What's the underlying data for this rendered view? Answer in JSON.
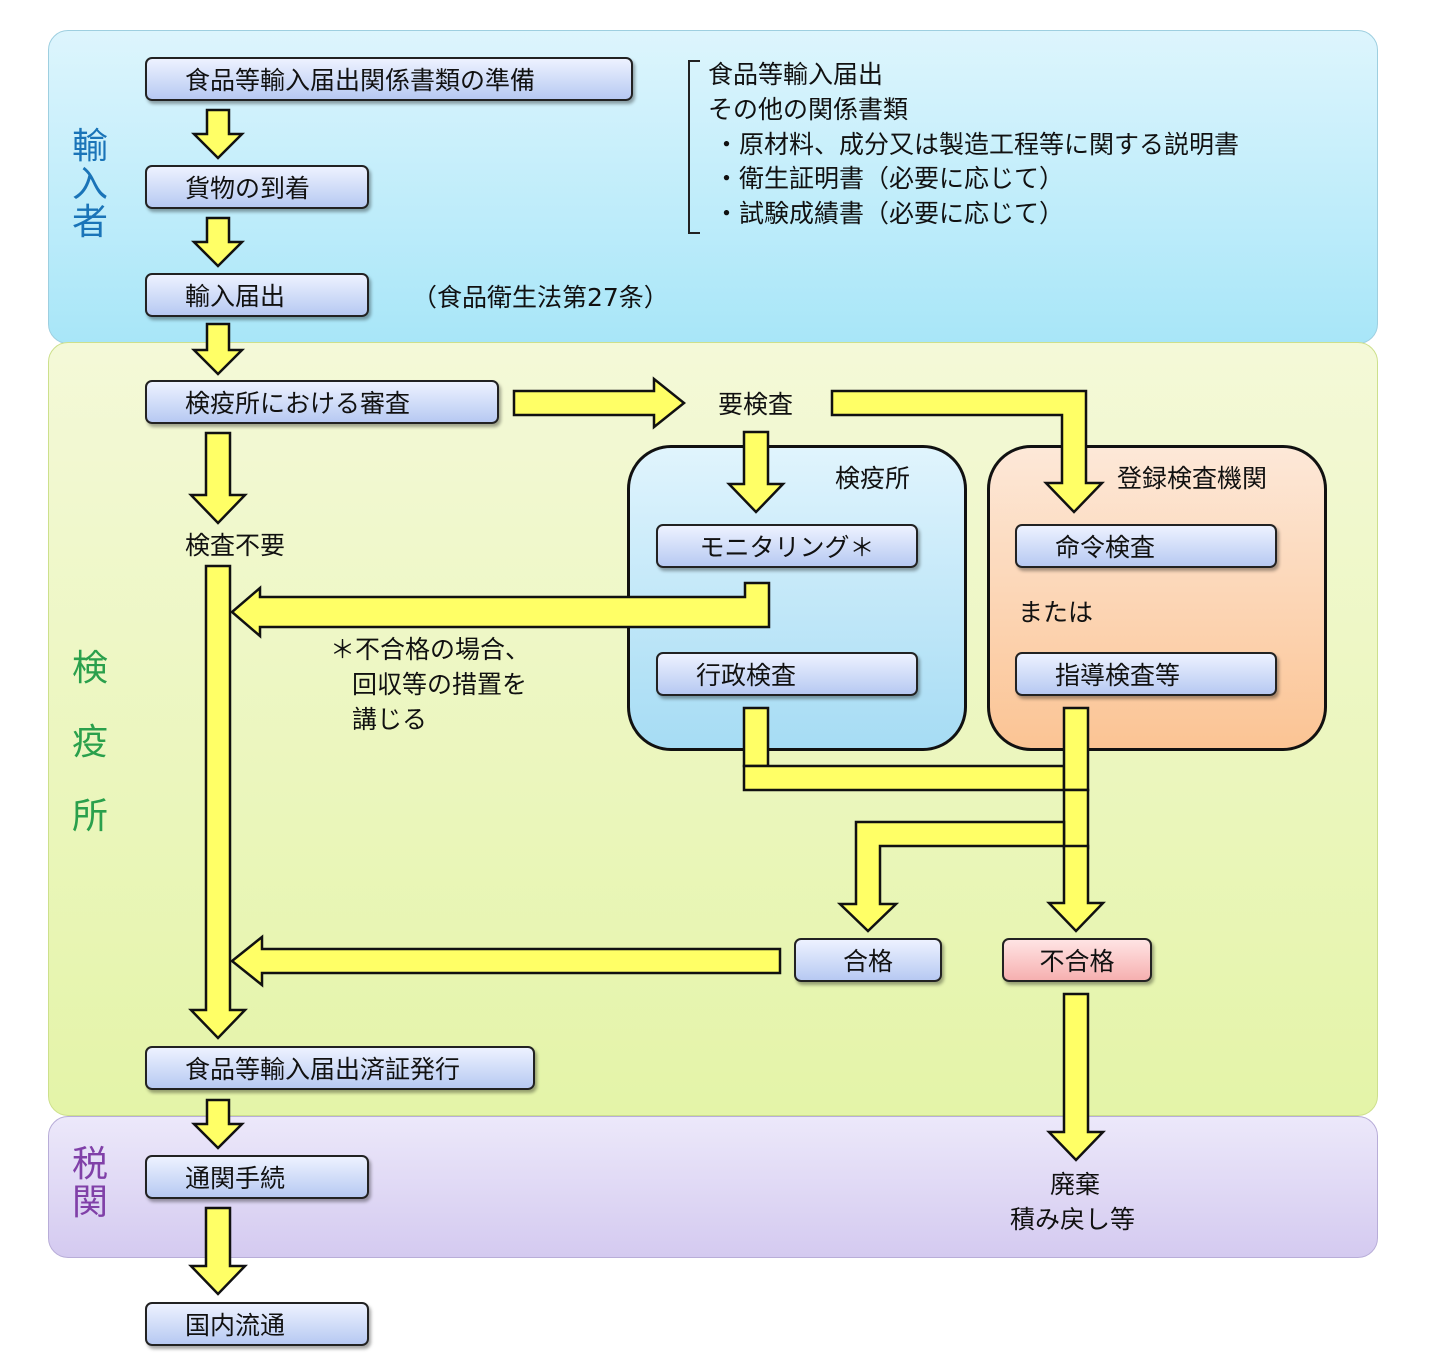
{
  "lanes": {
    "importer": "輸入者",
    "quarantine": [
      "検",
      "疫",
      "所"
    ],
    "customs": "税関"
  },
  "steps": {
    "prepare_docs": "食品等輸入届出関係書類の準備",
    "arrival": "貨物の到着",
    "import_notification": "輸入届出",
    "review": "検疫所における審査",
    "certificate": "食品等輸入届出済証発行",
    "customs_clearance": "通関手続",
    "domestic_distribution": "国内流通"
  },
  "documents": {
    "line1": "食品等輸入届出",
    "line2": "その他の関係書類",
    "line3": "・原材料、成分又は製造工程等に関する説明書",
    "line4": "・衛生証明書（必要に応じて）",
    "line5": "・試験成績書（必要に応じて）"
  },
  "law_reference": "（食品衛生法第27条）",
  "inspection_required": "要検査",
  "no_inspection": "検査不要",
  "quarantine_station": {
    "title": "検疫所",
    "monitoring": "モニタリング＊",
    "administrative": "行政検査"
  },
  "registered_agency": {
    "title": "登録検査機関",
    "ordered": "命令検査",
    "or": "または",
    "guidance": "指導検査等"
  },
  "note": {
    "line1": "＊不合格の場合、",
    "line2": "回収等の措置を",
    "line3": "講じる"
  },
  "results": {
    "pass": "合格",
    "fail": "不合格"
  },
  "disposal": {
    "line1": "廃棄",
    "line2": "積み戻し等"
  },
  "colors": {
    "arrow_fill": "#ffff66",
    "box_fill": "#c5d4f5",
    "fail_fill": "#f9c4c4"
  }
}
